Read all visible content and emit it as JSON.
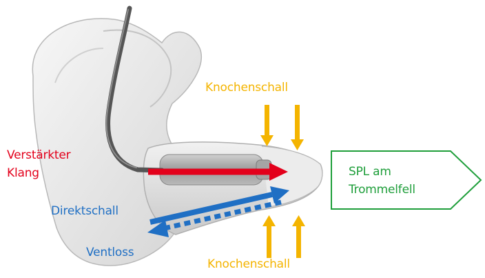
{
  "labels": {
    "bone_conduction_top": "Knochenschall",
    "bone_conduction_bottom": "Knochenschall",
    "amplified_sound_line1": "Verstärkter",
    "amplified_sound_line2": "Klang",
    "direct_sound": "Direktschall",
    "vent_loss": "Ventloss",
    "spl_line1": "SPL am",
    "spl_line2": "Trommelfell"
  },
  "colors": {
    "bone_conduction": "#f4b400",
    "amplified_sound": "#e3001b",
    "direct_sound": "#1f6fc4",
    "spl_box": "#1e9e3a",
    "device_shell": "#e9e9e9",
    "tube": "#555555"
  }
}
